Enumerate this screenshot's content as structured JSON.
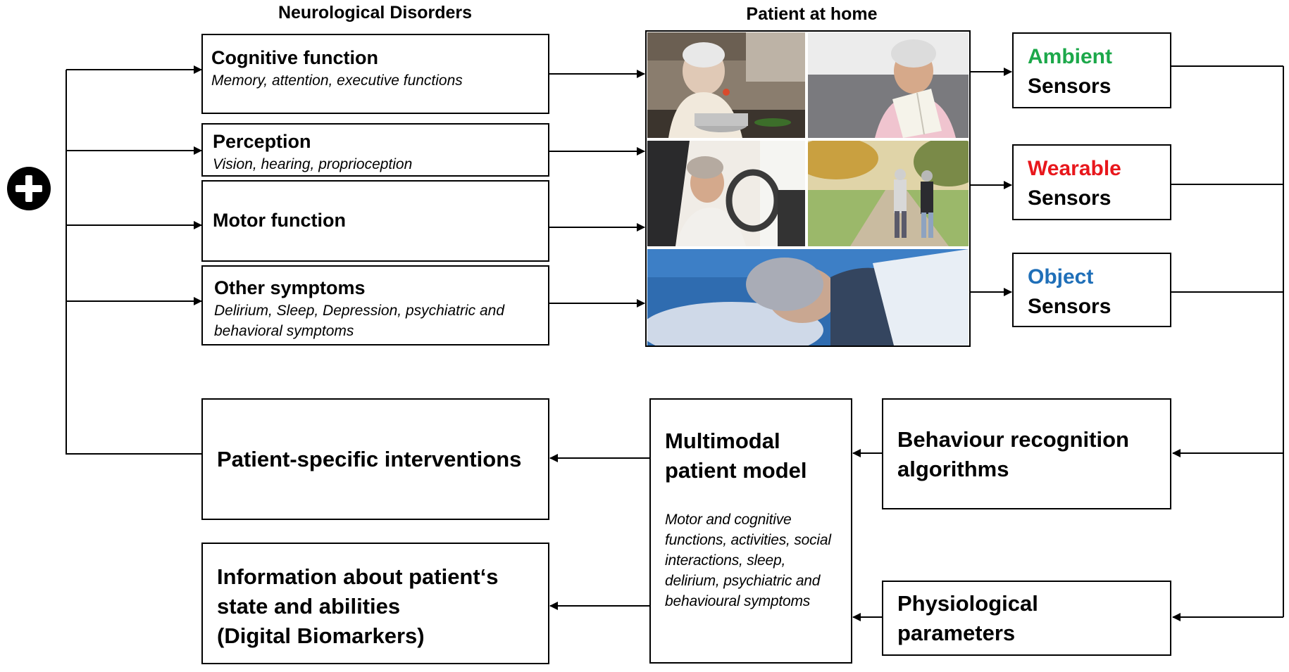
{
  "headings": {
    "neurological": "Neurological Disorders",
    "patient_home": "Patient at home"
  },
  "disorders": [
    {
      "title": "Cognitive function",
      "subtitle": "Memory, attention, executive functions"
    },
    {
      "title": "Perception",
      "subtitle": "Vision, hearing, proprioception"
    },
    {
      "title": "Motor function",
      "subtitle": ""
    },
    {
      "title": "Other symptoms",
      "subtitle": "Delirium, Sleep, Depression, psychiatric and behavioral symptoms"
    }
  ],
  "sensors": [
    {
      "type": "Ambient",
      "label": "Sensors",
      "color": "#1ca84a"
    },
    {
      "type": "Wearable",
      "label": "Sensors",
      "color": "#e8171c"
    },
    {
      "type": "Object",
      "label": "Sensors",
      "color": "#1f6fb8"
    }
  ],
  "boxes": {
    "interventions": "Patient-specific interventions",
    "information_line1": "Information about patient‘s",
    "information_line2": "state and abilities",
    "information_line3": "(Digital Biomarkers)",
    "model_title_line1": "Multimodal",
    "model_title_line2": "patient model",
    "model_desc": "Motor and cognitive functions, activities, social interactions, sleep, delirium, psychiatric and behavioural symptoms",
    "behaviour_line1": "Behaviour recognition",
    "behaviour_line2": "algorithms",
    "physiological": "Physiological parameters"
  },
  "icons": {
    "plus": "plus-circle-icon"
  }
}
